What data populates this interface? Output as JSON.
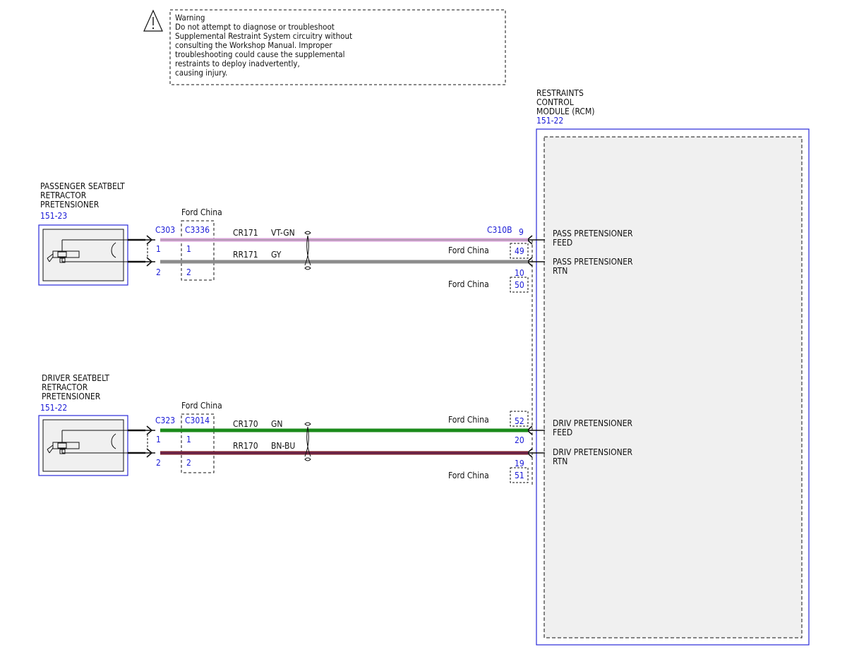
{
  "warning": {
    "icon": "warning-triangle-icon",
    "lines": [
      "Warning",
      "Do not attempt to diagnose or troubleshoot",
      "Supplemental Restraint System circuitry without",
      "consulting the Workshop Manual. Improper",
      "troubleshooting could cause the supplemental",
      "restraints to deploy inadvertently,",
      "causing injury."
    ]
  },
  "rcm": {
    "title_lines": [
      "RESTRAINTS",
      "CONTROL",
      "MODULE (RCM)"
    ],
    "ref": "151-22",
    "connector": "C310B",
    "pins": {
      "pass_feed": "9",
      "pass_feed_alt": "49",
      "pass_rtn": "10",
      "pass_rtn_alt": "50",
      "driv_feed": "20",
      "driv_feed_alt": "52",
      "driv_rtn": "19",
      "driv_rtn_alt": "51"
    },
    "ford_china": "Ford China",
    "signals": {
      "pass_feed": [
        "PASS PRETENSIONER",
        "FEED"
      ],
      "pass_rtn": [
        "PASS PRETENSIONER",
        "RTN"
      ],
      "driv_feed": [
        "DRIV PRETENSIONER",
        "FEED"
      ],
      "driv_rtn": [
        "DRIV PRETENSIONER",
        "RTN"
      ]
    }
  },
  "passenger": {
    "title_lines": [
      "PASSENGER SEATBELT",
      "RETRACTOR",
      "PRETENSIONER"
    ],
    "ref": "151-23",
    "connector": "C303",
    "inline_connector": "C3336",
    "inline_label": "Ford China",
    "pin1": "1",
    "pin2": "2",
    "inline_pin1": "1",
    "inline_pin2": "2",
    "wire1": {
      "circuit": "CR171",
      "color_code": "VT-GN",
      "color": "#d9a3d9",
      "stripe": "#4a8a4a"
    },
    "wire2": {
      "circuit": "RR171",
      "color_code": "GY",
      "color": "#8c8c8c"
    }
  },
  "driver": {
    "title_lines": [
      "DRIVER SEATBELT",
      "RETRACTOR",
      "PRETENSIONER"
    ],
    "ref": "151-22",
    "connector": "C323",
    "inline_connector": "C3014",
    "inline_label": "Ford China",
    "pin1": "1",
    "pin2": "2",
    "inline_pin1": "1",
    "inline_pin2": "2",
    "wire1": {
      "circuit": "CR170",
      "color_code": "GN",
      "color": "#1a8a1a"
    },
    "wire2": {
      "circuit": "RR170",
      "color_code": "BN-BU",
      "color": "#7a1f2a",
      "stripe": "#3a3ab0"
    }
  },
  "colors": {
    "module_border": "#2a2ad8",
    "module_fill": "#f0f0f0",
    "ref_text": "#1a1ad6"
  }
}
